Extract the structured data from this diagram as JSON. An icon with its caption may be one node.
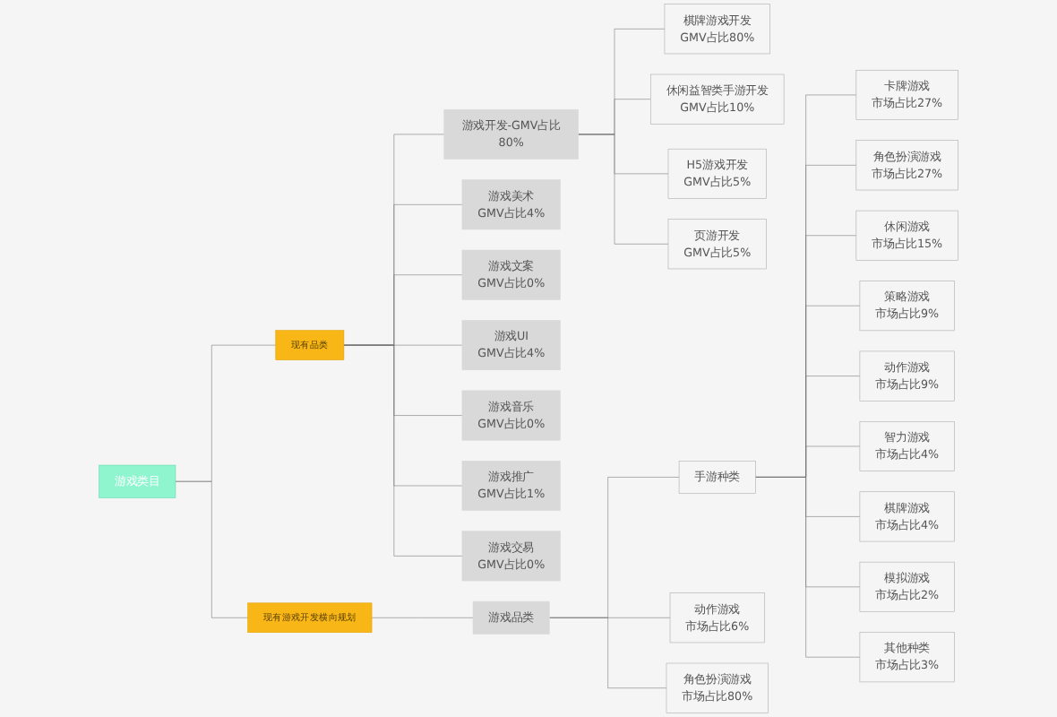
{
  "diagram": {
    "nodes": [
      {
        "text": [
          "游戏类目"
        ]
      },
      {
        "text": [
          "现有品类"
        ]
      },
      {
        "text": [
          "游戏开发-GMV占比80%"
        ]
      },
      {
        "text": [
          "棋牌游戏开发",
          "GMV占比80%"
        ]
      },
      {
        "text": [
          "休闲益智类手游开发",
          "GMV占比10%"
        ]
      },
      {
        "text": [
          "H5游戏开发",
          "GMV占比5%"
        ]
      },
      {
        "text": [
          "页游开发",
          "GMV占比5%"
        ]
      },
      {
        "text": [
          "游戏美术",
          "GMV占比4%"
        ]
      },
      {
        "text": [
          "游戏文案",
          "GMV占比0%"
        ]
      },
      {
        "text": [
          "游戏UI",
          "GMV占比4%"
        ]
      },
      {
        "text": [
          "游戏音乐",
          "GMV占比0%"
        ]
      },
      {
        "text": [
          "游戏推广",
          "GMV占比1%"
        ]
      },
      {
        "text": [
          "游戏交易",
          "GMV占比0%"
        ]
      },
      {
        "text": [
          "现有游戏开发横向规划"
        ]
      },
      {
        "text": [
          "游戏品类"
        ]
      },
      {
        "text": [
          "手游种类"
        ]
      },
      {
        "text": [
          "卡牌游戏",
          "市场占比27%"
        ]
      },
      {
        "text": [
          "角色扮演游戏",
          "市场占比27%"
        ]
      },
      {
        "text": [
          "休闲游戏",
          "市场占比15%"
        ]
      },
      {
        "text": [
          "策略游戏",
          "市场占比9%"
        ]
      },
      {
        "text": [
          "动作游戏",
          "市场占比9%"
        ]
      },
      {
        "text": [
          "智力游戏",
          "市场占比4%"
        ]
      },
      {
        "text": [
          "棋牌游戏",
          "市场占比4%"
        ]
      },
      {
        "text": [
          "模拟游戏",
          "市场占比2%"
        ]
      },
      {
        "text": [
          "其他种类",
          "市场占比3%"
        ]
      },
      {
        "text": [
          "动作游戏",
          "市场占比6%"
        ]
      },
      {
        "text": [
          "角色扮演游戏",
          "市场占比80%"
        ]
      }
    ],
    "edges": [
      {
        "from": 0,
        "to": 1,
        "arrow": "none"
      },
      {
        "from": 1,
        "to": 2,
        "arrow": "none"
      },
      {
        "from": 2,
        "to": 3,
        "arrow": "none"
      },
      {
        "from": 2,
        "to": 4,
        "arrow": "none"
      },
      {
        "from": 2,
        "to": 5,
        "arrow": "none"
      },
      {
        "from": 2,
        "to": 6,
        "arrow": "none"
      },
      {
        "from": 1,
        "to": 7,
        "arrow": "none"
      },
      {
        "from": 1,
        "to": 8,
        "arrow": "none"
      },
      {
        "from": 1,
        "to": 9,
        "arrow": "none"
      },
      {
        "from": 1,
        "to": 10,
        "arrow": "none"
      },
      {
        "from": 1,
        "to": 11,
        "arrow": "none"
      },
      {
        "from": 1,
        "to": 12,
        "arrow": "none"
      },
      {
        "from": 0,
        "to": 13,
        "arrow": "none"
      },
      {
        "from": 13,
        "to": 14,
        "arrow": "none"
      },
      {
        "from": 14,
        "to": 15,
        "arrow": "none"
      },
      {
        "from": 15,
        "to": 16,
        "arrow": "none"
      },
      {
        "from": 15,
        "to": 17,
        "arrow": "none"
      },
      {
        "from": 15,
        "to": 18,
        "arrow": "none"
      },
      {
        "from": 15,
        "to": 19,
        "arrow": "none"
      },
      {
        "from": 15,
        "to": 20,
        "arrow": "none"
      },
      {
        "from": 15,
        "to": 21,
        "arrow": "none"
      },
      {
        "from": 15,
        "to": 22,
        "arrow": "none"
      },
      {
        "from": 15,
        "to": 23,
        "arrow": "none"
      },
      {
        "from": 15,
        "to": 24,
        "arrow": "none"
      },
      {
        "from": 14,
        "to": 25,
        "arrow": "none"
      },
      {
        "from": 14,
        "to": 26,
        "arrow": "none"
      }
    ]
  }
}
